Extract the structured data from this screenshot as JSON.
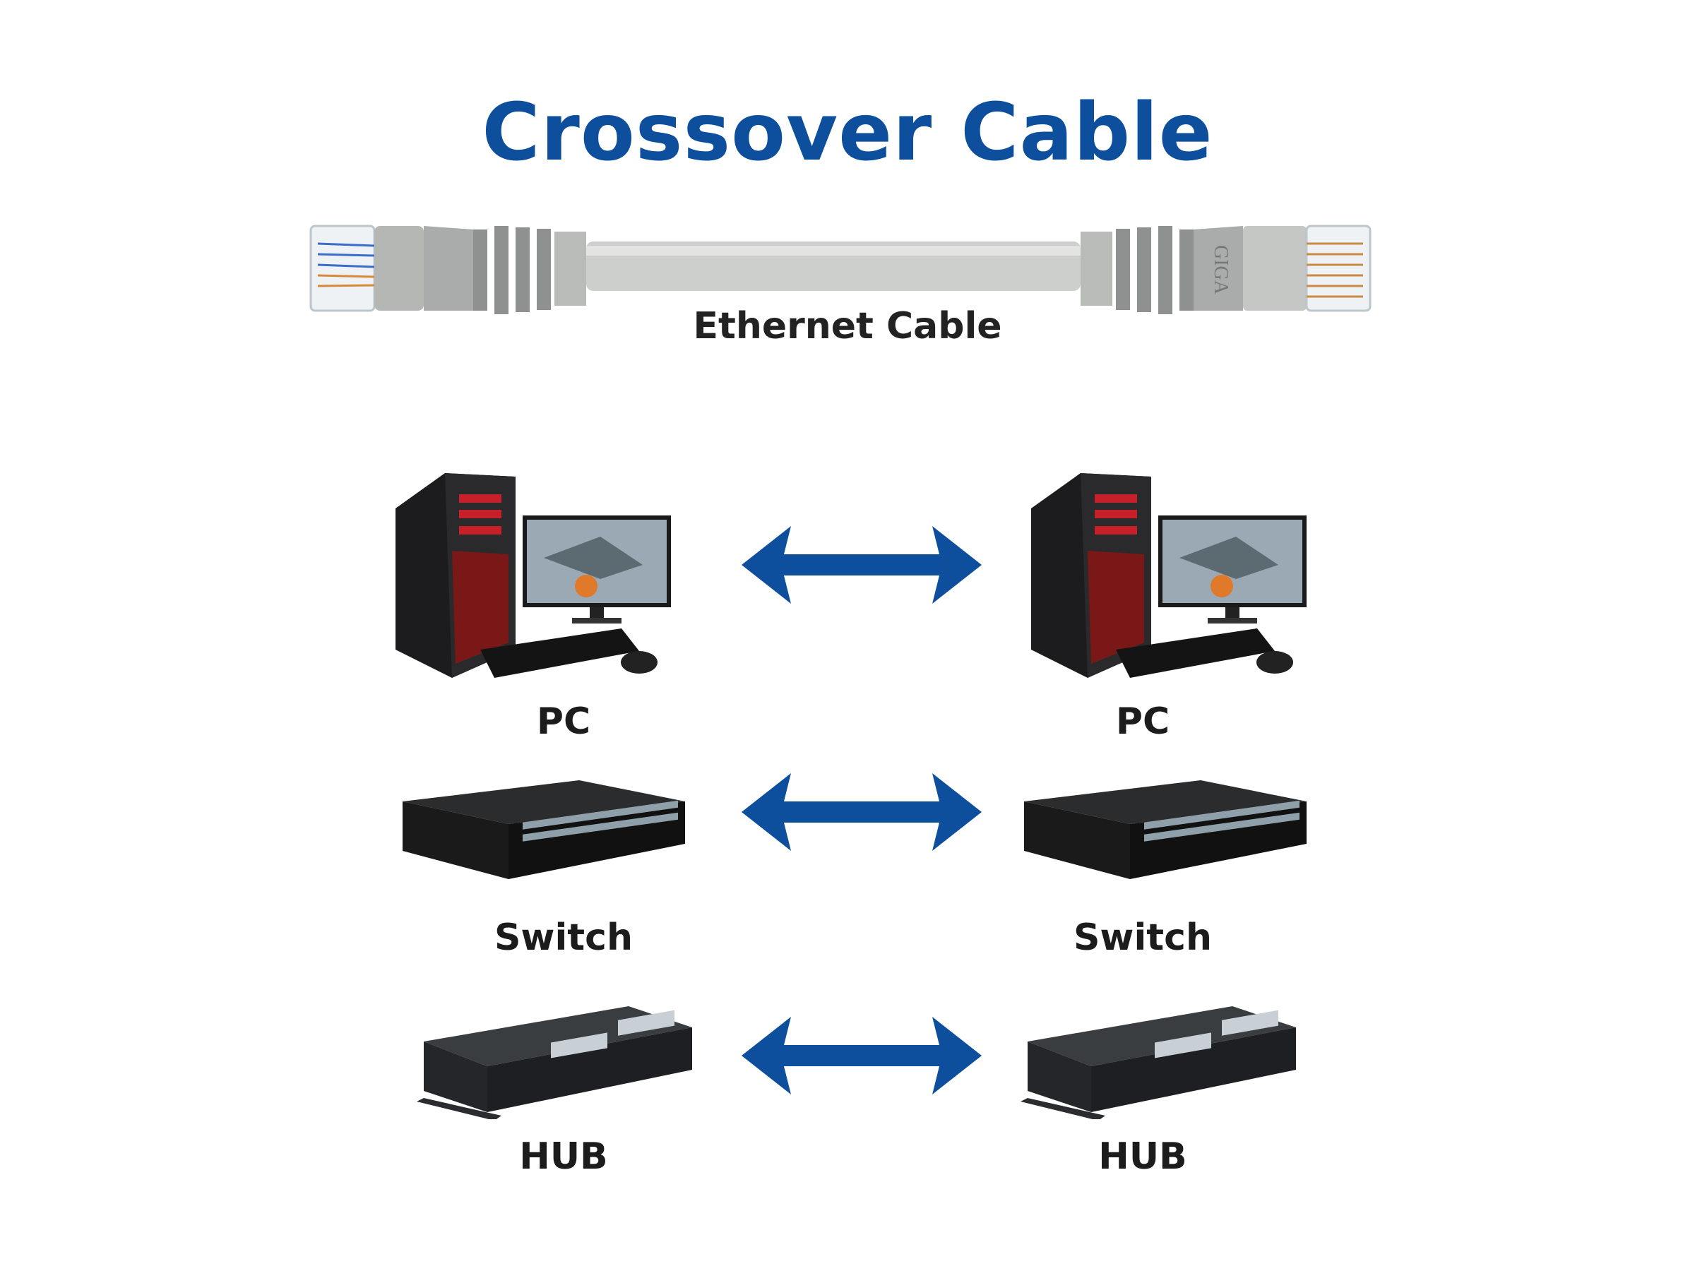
{
  "title": "Crossover Cable",
  "cable": {
    "caption": "Ethernet Cable",
    "connector_mark": "GIGA"
  },
  "rows": [
    {
      "left_label": "PC",
      "right_label": "PC"
    },
    {
      "left_label": "Switch",
      "right_label": "Switch"
    },
    {
      "left_label": "HUB",
      "right_label": "HUB"
    }
  ],
  "colors": {
    "accent": "#0d4f9c",
    "arrow": "#0d4f9c",
    "cable": "#c9cbc9"
  }
}
